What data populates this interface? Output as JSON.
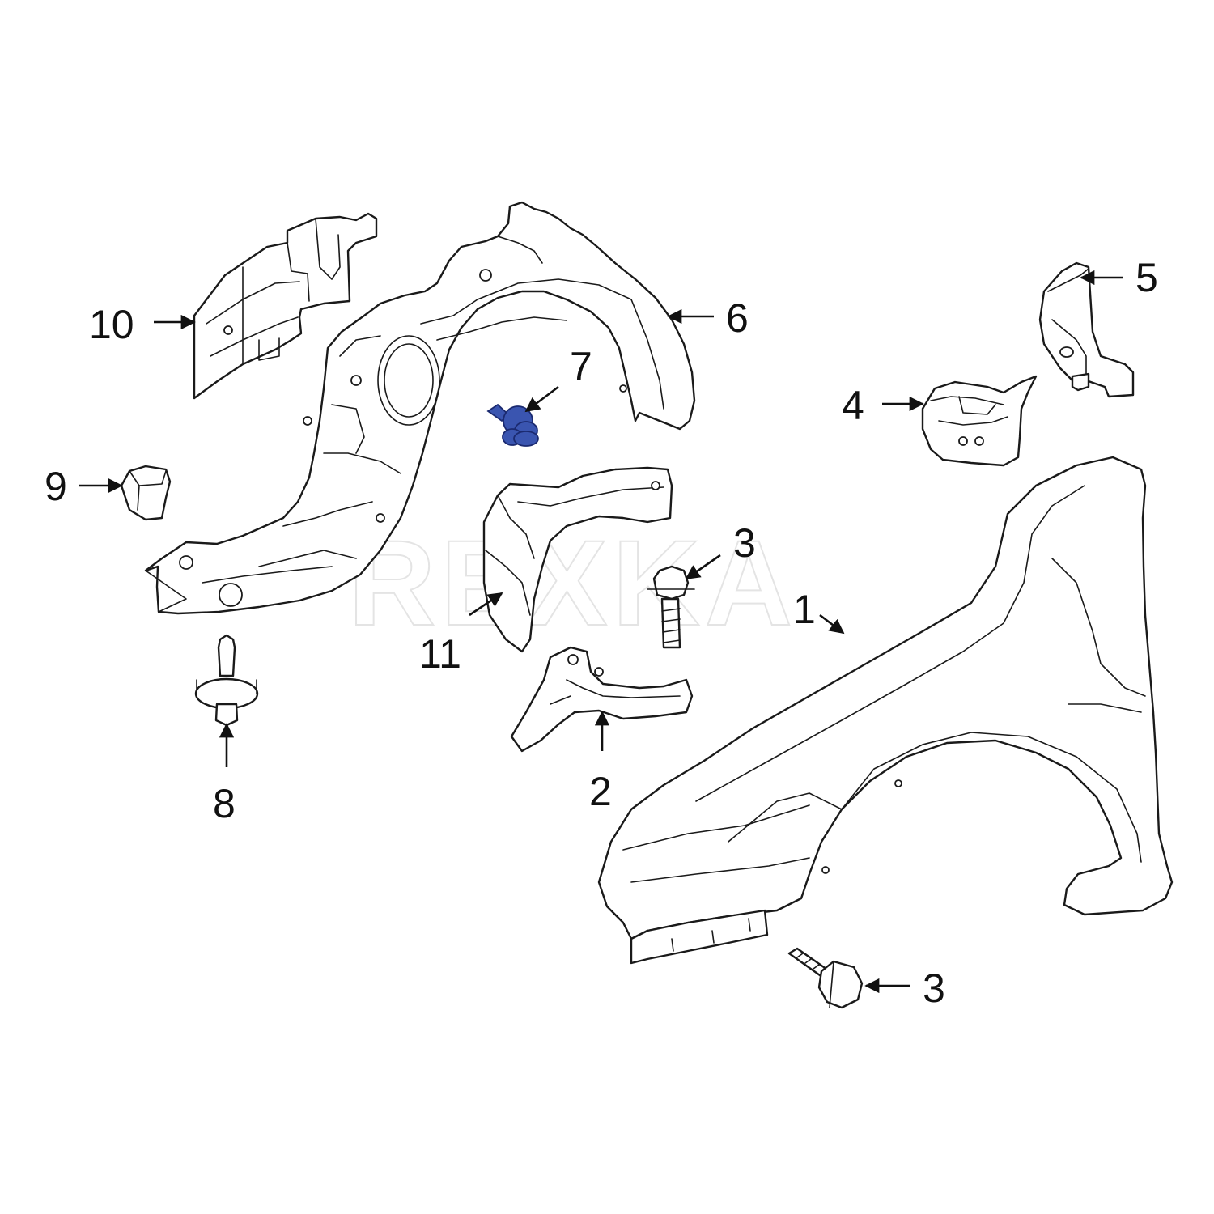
{
  "diagram": {
    "watermark": "REXKA",
    "highlight_color": "#3a55b0",
    "highlighted_callout": "7",
    "callouts": [
      {
        "id": "c1",
        "label": "1",
        "part": "fender"
      },
      {
        "id": "c2",
        "label": "2",
        "part": "fender-bracket"
      },
      {
        "id": "c3a",
        "label": "3",
        "part": "fender-bolt-upper"
      },
      {
        "id": "c3b",
        "label": "3",
        "part": "fender-bolt-lower"
      },
      {
        "id": "c4",
        "label": "4",
        "part": "lower-bracket"
      },
      {
        "id": "c5",
        "label": "5",
        "part": "upper-bracket"
      },
      {
        "id": "c6",
        "label": "6",
        "part": "fender-liner"
      },
      {
        "id": "c7",
        "label": "7",
        "part": "liner-clip"
      },
      {
        "id": "c8",
        "label": "8",
        "part": "push-clip"
      },
      {
        "id": "c9",
        "label": "9",
        "part": "clip-nut"
      },
      {
        "id": "c10",
        "label": "10",
        "part": "splash-shield"
      },
      {
        "id": "c11",
        "label": "11",
        "part": "front-liner-panel"
      }
    ]
  }
}
